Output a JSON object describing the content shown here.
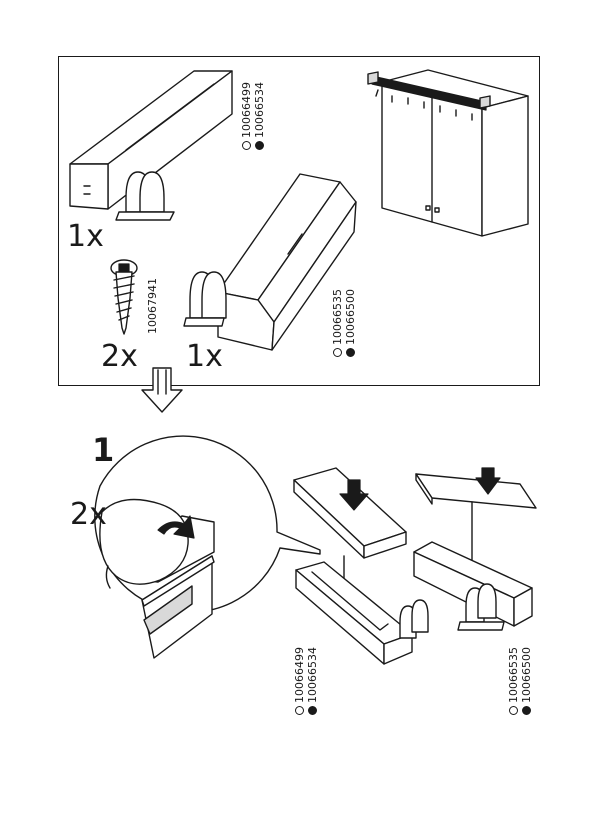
{
  "parts_panel": {
    "top_clip": {
      "quantity": "1x",
      "code_white": "10066499",
      "code_black": "10066534"
    },
    "screw": {
      "quantity": "2x",
      "code": "10067941"
    },
    "bottom_clip": {
      "quantity": "1x",
      "code_white": "10066535",
      "code_black": "10066500"
    }
  },
  "step1": {
    "number": "1",
    "detail_quantity": "2x",
    "left_part": {
      "code_white": "10066499",
      "code_black": "10066534"
    },
    "right_part": {
      "code_white": "10066535",
      "code_black": "10066500"
    }
  }
}
